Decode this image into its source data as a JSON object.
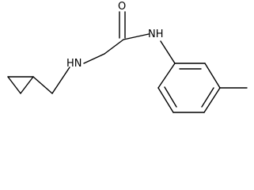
{
  "molecule": {
    "labels": {
      "oxygen": "O",
      "amide_nh": "NH",
      "amine_hn": "HN"
    },
    "bond_color": "#000000",
    "label_color": "#000000",
    "background": "#ffffff"
  }
}
